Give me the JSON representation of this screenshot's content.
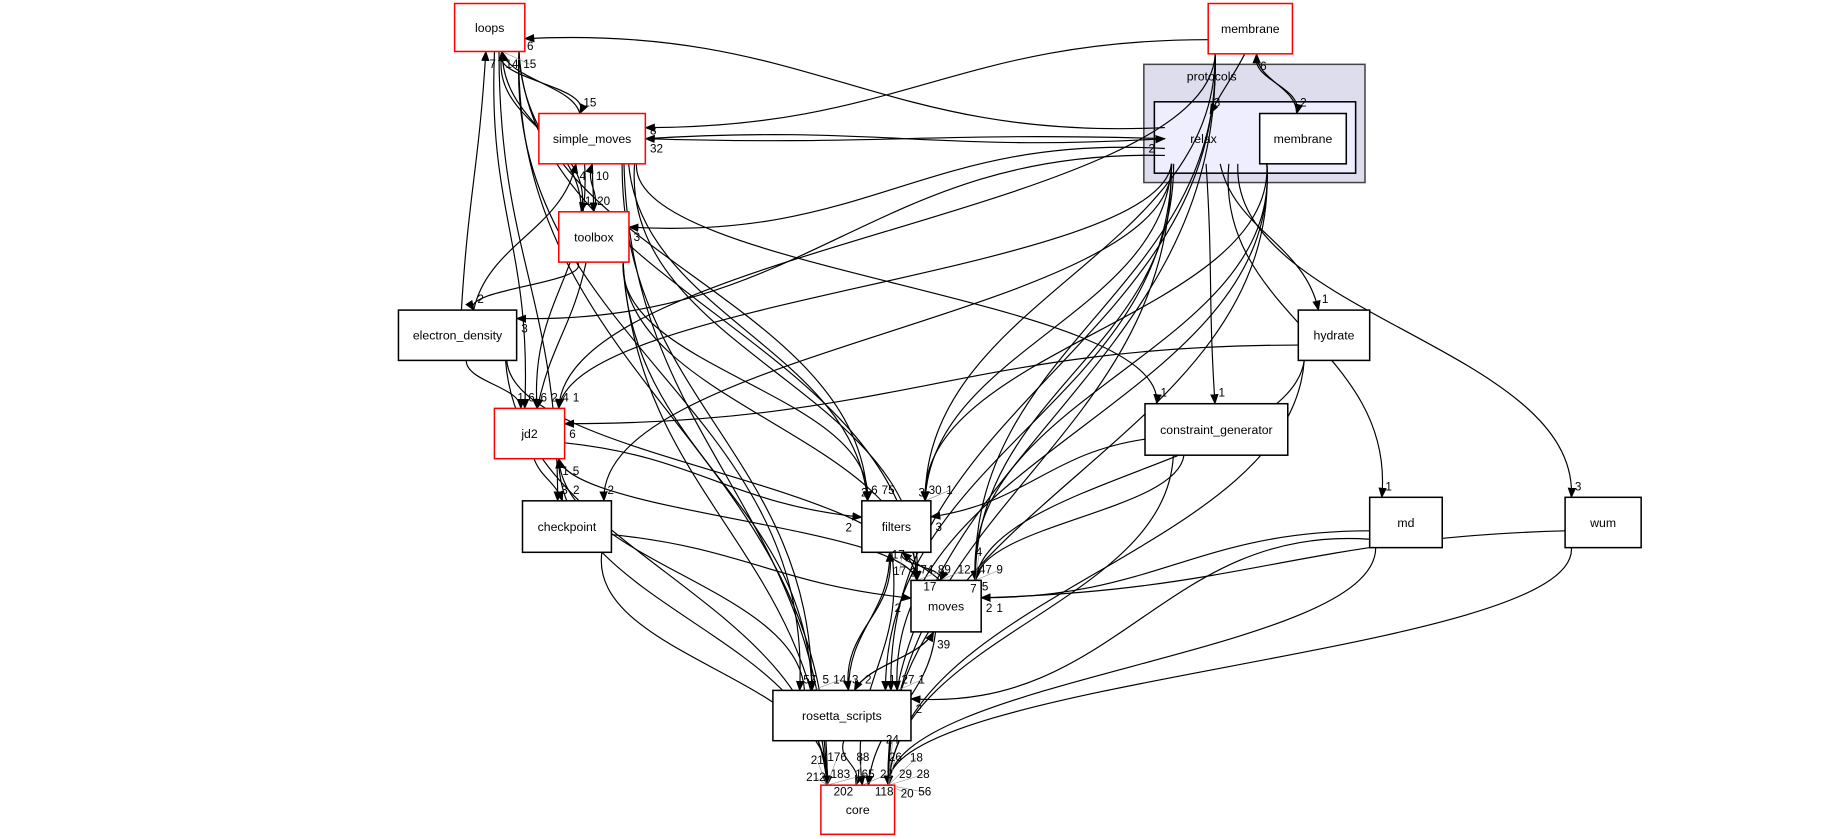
{
  "graph": {
    "clusters": [
      {
        "id": "protocols",
        "label": "protocols",
        "fill": "#ddddee",
        "stroke": "#444444"
      },
      {
        "id": "relax",
        "label": "relax",
        "fill": "#eeeeff",
        "stroke": "#000000"
      }
    ],
    "nodes": [
      {
        "id": "loops",
        "label": "loops",
        "red": true
      },
      {
        "id": "simple_moves",
        "label": "simple_moves",
        "red": true
      },
      {
        "id": "toolbox",
        "label": "toolbox",
        "red": true
      },
      {
        "id": "electron_density",
        "label": "electron_density",
        "red": false
      },
      {
        "id": "jd2",
        "label": "jd2",
        "red": true
      },
      {
        "id": "checkpoint",
        "label": "checkpoint",
        "red": false
      },
      {
        "id": "filters",
        "label": "filters",
        "red": false
      },
      {
        "id": "moves",
        "label": "moves",
        "red": false
      },
      {
        "id": "rosetta_scripts",
        "label": "rosetta_scripts",
        "red": false
      },
      {
        "id": "core",
        "label": "core",
        "red": true
      },
      {
        "id": "membrane_top",
        "label": "membrane",
        "red": true
      },
      {
        "id": "membrane_inner",
        "label": "membrane",
        "red": false
      },
      {
        "id": "hydrate",
        "label": "hydrate",
        "red": false
      },
      {
        "id": "constraint_generator",
        "label": "constraint_generator",
        "red": false
      },
      {
        "id": "md",
        "label": "md",
        "red": false
      },
      {
        "id": "wum",
        "label": "wum",
        "red": false
      }
    ],
    "edges": [
      {
        "from": "loops",
        "to": "simple_moves",
        "label": "15"
      },
      {
        "from": "simple_moves",
        "to": "loops",
        "label": "14"
      },
      {
        "from": "toolbox",
        "to": "loops",
        "label": "15"
      },
      {
        "from": "electron_density",
        "to": "loops",
        "label": "7"
      },
      {
        "from": "relax",
        "to": "loops",
        "label": "6"
      },
      {
        "from": "loops",
        "to": "toolbox",
        "label": "1"
      },
      {
        "from": "loops",
        "to": "jd2",
        "label": "6"
      },
      {
        "from": "loops",
        "to": "checkpoint",
        "label": "3"
      },
      {
        "from": "loops",
        "to": "filters",
        "label": "6"
      },
      {
        "from": "loops",
        "to": "moves",
        "label": "74"
      },
      {
        "from": "loops",
        "to": "rosetta_scripts",
        "label": "57"
      },
      {
        "from": "loops",
        "to": "core",
        "label": "183"
      },
      {
        "from": "simple_moves",
        "to": "toolbox",
        "label": "20"
      },
      {
        "from": "toolbox",
        "to": "simple_moves",
        "label": "10"
      },
      {
        "from": "electron_density",
        "to": "simple_moves",
        "label": "4"
      },
      {
        "from": "simple_moves",
        "to": "relax",
        "label": "2"
      },
      {
        "from": "relax",
        "to": "simple_moves",
        "label": "32"
      },
      {
        "from": "membrane_top",
        "to": "simple_moves",
        "label": "8"
      },
      {
        "from": "simple_moves",
        "to": "jd2",
        "label": "6"
      },
      {
        "from": "simple_moves",
        "to": "filters",
        "label": "75"
      },
      {
        "from": "simple_moves",
        "to": "moves",
        "label": "89"
      },
      {
        "from": "simple_moves",
        "to": "constraint_generator",
        "label": "1"
      },
      {
        "from": "simple_moves",
        "to": "rosetta_scripts",
        "label": "5"
      },
      {
        "from": "simple_moves",
        "to": "core",
        "label": "202"
      },
      {
        "from": "toolbox",
        "to": "electron_density",
        "label": "2"
      },
      {
        "from": "toolbox",
        "to": "jd2",
        "label": "2"
      },
      {
        "from": "toolbox",
        "to": "filters",
        "label": "2"
      },
      {
        "from": "toolbox",
        "to": "moves",
        "label": "17"
      },
      {
        "from": "toolbox",
        "to": "rosetta_scripts",
        "label": "14"
      },
      {
        "from": "toolbox",
        "to": "core",
        "label": "176"
      },
      {
        "from": "relax",
        "to": "toolbox",
        "label": "3"
      },
      {
        "from": "relax",
        "to": "electron_density",
        "label": "3"
      },
      {
        "from": "electron_density",
        "to": "jd2",
        "label": "1"
      },
      {
        "from": "electron_density",
        "to": "moves",
        "label": "2"
      },
      {
        "from": "electron_density",
        "to": "core",
        "label": "165"
      },
      {
        "from": "relax",
        "to": "jd2",
        "label": "4"
      },
      {
        "from": "membrane_top",
        "to": "jd2",
        "label": "1"
      },
      {
        "from": "hydrate",
        "to": "jd2",
        "label": "6"
      },
      {
        "from": "jd2",
        "to": "checkpoint",
        "label": "2"
      },
      {
        "from": "jd2",
        "to": "filters",
        "label": "2"
      },
      {
        "from": "moves",
        "to": "jd2",
        "label": "1"
      },
      {
        "from": "rosetta_scripts",
        "to": "jd2",
        "label": "5"
      },
      {
        "from": "jd2",
        "to": "core",
        "label": "212"
      },
      {
        "from": "relax",
        "to": "checkpoint",
        "label": "2"
      },
      {
        "from": "checkpoint",
        "to": "moves",
        "label": "2"
      },
      {
        "from": "checkpoint",
        "to": "core",
        "label": "21"
      },
      {
        "from": "relax",
        "to": "filters",
        "label": "30"
      },
      {
        "from": "membrane_top",
        "to": "filters",
        "label": "3"
      },
      {
        "from": "membrane_inner",
        "to": "filters",
        "label": "1"
      },
      {
        "from": "constraint_generator",
        "to": "filters",
        "label": "3"
      },
      {
        "from": "moves",
        "to": "filters",
        "label": "17"
      },
      {
        "from": "filters",
        "to": "moves",
        "label": "12"
      },
      {
        "from": "rosetta_scripts",
        "to": "filters",
        "label": "17"
      },
      {
        "from": "filters",
        "to": "rosetta_scripts",
        "label": "3"
      },
      {
        "from": "filters",
        "to": "core",
        "label": "22"
      },
      {
        "from": "membrane_top",
        "to": "relax",
        "label": "3"
      },
      {
        "from": "membrane_top",
        "to": "membrane_inner",
        "label": "2"
      },
      {
        "from": "membrane_inner",
        "to": "membrane_top",
        "label": "6"
      },
      {
        "from": "relax",
        "to": "constraint_generator",
        "label": "1"
      },
      {
        "from": "relax",
        "to": "hydrate",
        "label": "1"
      },
      {
        "from": "relax",
        "to": "md",
        "label": "1"
      },
      {
        "from": "relax",
        "to": "wum",
        "label": "3"
      },
      {
        "from": "relax",
        "to": "moves",
        "label": "47"
      },
      {
        "from": "membrane_top",
        "to": "moves",
        "label": "9"
      },
      {
        "from": "membrane_inner",
        "to": "moves",
        "label": "5"
      },
      {
        "from": "hydrate",
        "to": "moves",
        "label": "4"
      },
      {
        "from": "constraint_generator",
        "to": "moves",
        "label": "7"
      },
      {
        "from": "md",
        "to": "moves",
        "label": "2"
      },
      {
        "from": "wum",
        "to": "moves",
        "label": "1"
      },
      {
        "from": "rosetta_scripts",
        "to": "moves",
        "label": "39"
      },
      {
        "from": "moves",
        "to": "rosetta_scripts",
        "label": "2"
      },
      {
        "from": "moves",
        "to": "core",
        "label": "118"
      },
      {
        "from": "relax",
        "to": "rosetta_scripts",
        "label": "1"
      },
      {
        "from": "membrane_top",
        "to": "rosetta_scripts",
        "label": "27"
      },
      {
        "from": "membrane_inner",
        "to": "rosetta_scripts",
        "label": "1"
      },
      {
        "from": "md",
        "to": "rosetta_scripts",
        "label": "2"
      },
      {
        "from": "rosetta_scripts",
        "to": "core",
        "label": "88"
      },
      {
        "from": "relax",
        "to": "core",
        "label": "29"
      },
      {
        "from": "membrane_top",
        "to": "core",
        "label": "26"
      },
      {
        "from": "membrane_inner",
        "to": "core",
        "label": "20"
      },
      {
        "from": "hydrate",
        "to": "core",
        "label": "28"
      },
      {
        "from": "constraint_generator",
        "to": "core",
        "label": "18"
      },
      {
        "from": "md",
        "to": "core",
        "label": "56"
      },
      {
        "from": "wum",
        "to": "core",
        "label": "24"
      }
    ]
  }
}
